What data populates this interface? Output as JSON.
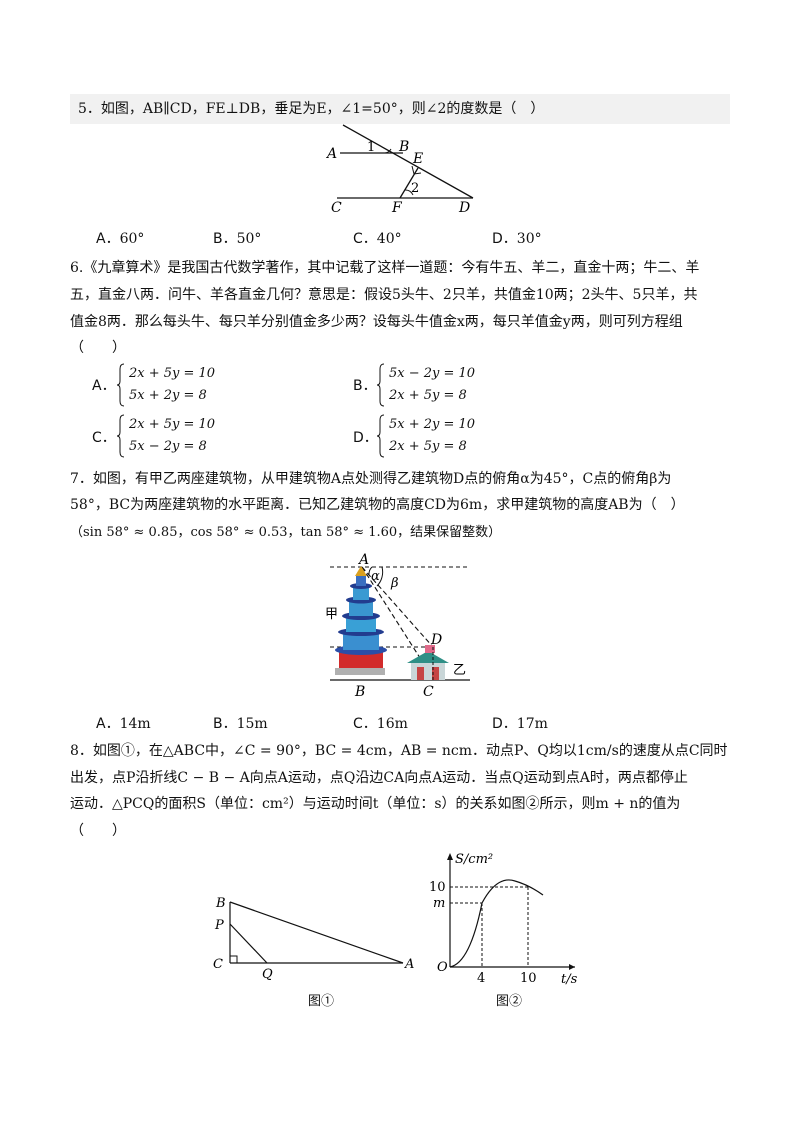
{
  "q5": {
    "stem": "5．如图，AB∥CD，FE⊥DB，垂足为E，∠1=50°，则∠2的度数是（　）",
    "fig_labels": {
      "A": "A",
      "B": "B",
      "E": "E",
      "one": "1",
      "two": "2",
      "C": "C",
      "F": "F",
      "D": "D"
    },
    "options": [
      {
        "label": "A．",
        "value": "60°"
      },
      {
        "label": "B．",
        "value": "50°"
      },
      {
        "label": "C．",
        "value": "40°"
      },
      {
        "label": "D．",
        "value": "30°"
      }
    ]
  },
  "q6": {
    "line1": "6.《九章算术》是我国古代数学著作，其中记载了这样一道题：今有牛五、羊二，直金十两；牛二、羊",
    "line2": "五，直金八两．问牛、羊各直金几何？意思是：假设5头牛、2只羊，共值金10两；2头牛、5只羊，共",
    "line3": "值金8两．那么每头牛、每只羊分别值金多少两？设每头牛值金x两，每只羊值金y两，则可列方程组",
    "line4": "（　　）",
    "options": [
      {
        "label": "A．",
        "eq1": "2x + 5y = 10",
        "eq2": "5x + 2y = 8"
      },
      {
        "label": "B．",
        "eq1": "5x − 2y = 10",
        "eq2": "2x + 5y = 8"
      },
      {
        "label": "C．",
        "eq1": "2x + 5y = 10",
        "eq2": "5x − 2y = 8"
      },
      {
        "label": "D．",
        "eq1": "5x + 2y = 10",
        "eq2": "2x + 5y = 8"
      }
    ]
  },
  "q7": {
    "line1": "7．如图，有甲乙两座建筑物，从甲建筑物A点处测得乙建筑物D点的俯角α为45°，C点的俯角β为",
    "line2": "58°，BC为两座建筑物的水平距离．已知乙建筑物的高度CD为6m，求甲建筑物的高度AB为（　）",
    "line3": "（sin 58° ≈ 0.85，cos 58° ≈ 0.53，tan 58° ≈ 1.60，结果保留整数）",
    "fig_labels": {
      "A": "A",
      "alpha": "α",
      "beta": "β",
      "jia": "甲",
      "D": "D",
      "yi": "乙",
      "B": "B",
      "C": "C"
    },
    "options": [
      {
        "label": "A．",
        "value": "14m"
      },
      {
        "label": "B．",
        "value": "15m"
      },
      {
        "label": "C．",
        "value": "16m"
      },
      {
        "label": "D．",
        "value": "17m"
      }
    ]
  },
  "q8": {
    "line1": "8．如图①，在△ABC中，∠C = 90°，BC = 4cm，AB = ncm．动点P、Q均以1cm/s的速度从点C同时",
    "line2": "出发，点P沿折线C − B − A向点A运动，点Q沿边CA向点A运动．当点Q运动到点A时，两点都停止",
    "line3": "运动．△PCQ的面积S（单位：cm²）与运动时间t（单位：s）的关系如图②所示，则m + n的值为",
    "line4": "（　　）",
    "fig1_labels": {
      "B": "B",
      "P": "P",
      "C": "C",
      "Q": "Q",
      "A": "A",
      "caption": "图①"
    },
    "fig2_labels": {
      "S": "S/cm²",
      "ten": "10",
      "m": "m",
      "O": "O",
      "four": "4",
      "tenx": "10",
      "t": "t/s",
      "caption": "图②"
    }
  }
}
